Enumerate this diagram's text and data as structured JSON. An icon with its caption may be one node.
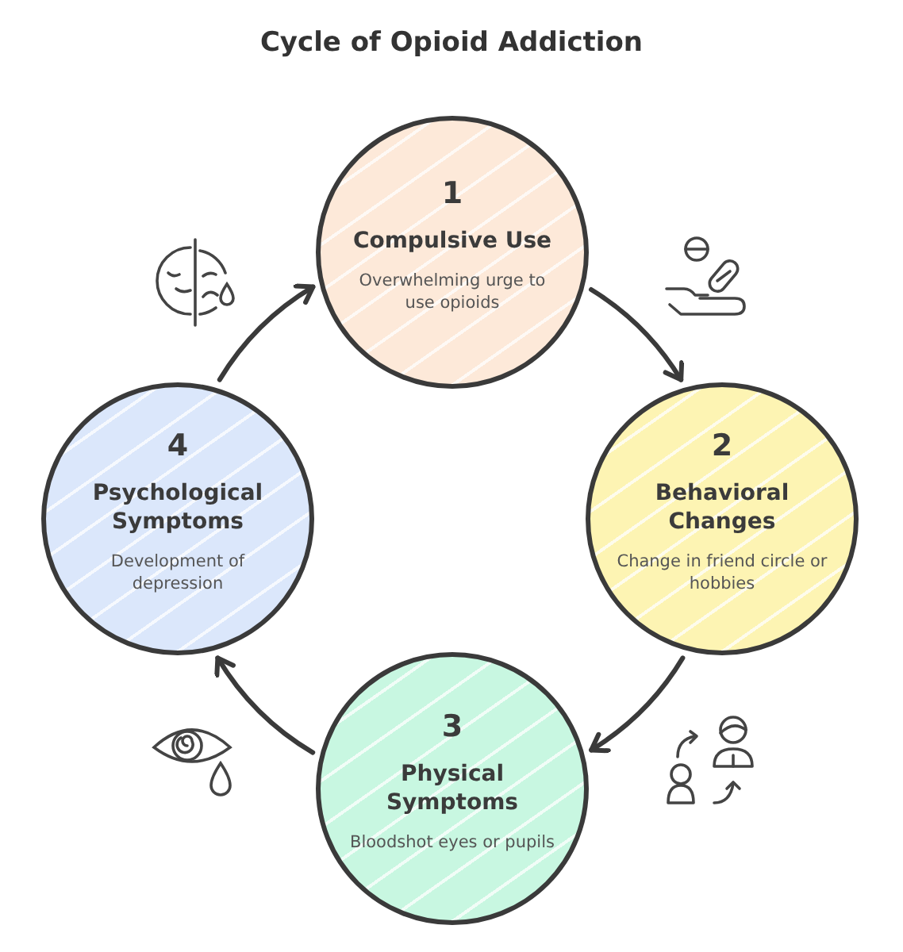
{
  "diagram": {
    "title": "Cycle of Opioid Addiction",
    "nodes": [
      {
        "text": [
          "1",
          "Compulsive Use",
          "Overwhelming urge to use opioids"
        ]
      },
      {
        "text": [
          "2",
          "Behavioral Changes",
          "Change in friend circle or hobbies"
        ]
      },
      {
        "text": [
          "3",
          "Physical Symptoms",
          "Bloodshot eyes or pupils"
        ]
      },
      {
        "text": [
          "4",
          "Psychological Symptoms",
          "Development of depression"
        ]
      }
    ],
    "edges": [
      {
        "from": 0,
        "to": 1,
        "arrow": "to"
      },
      {
        "from": 1,
        "to": 2,
        "arrow": "to"
      },
      {
        "from": 2,
        "to": 3,
        "arrow": "to"
      },
      {
        "from": 3,
        "to": 0,
        "arrow": "to"
      }
    ]
  }
}
